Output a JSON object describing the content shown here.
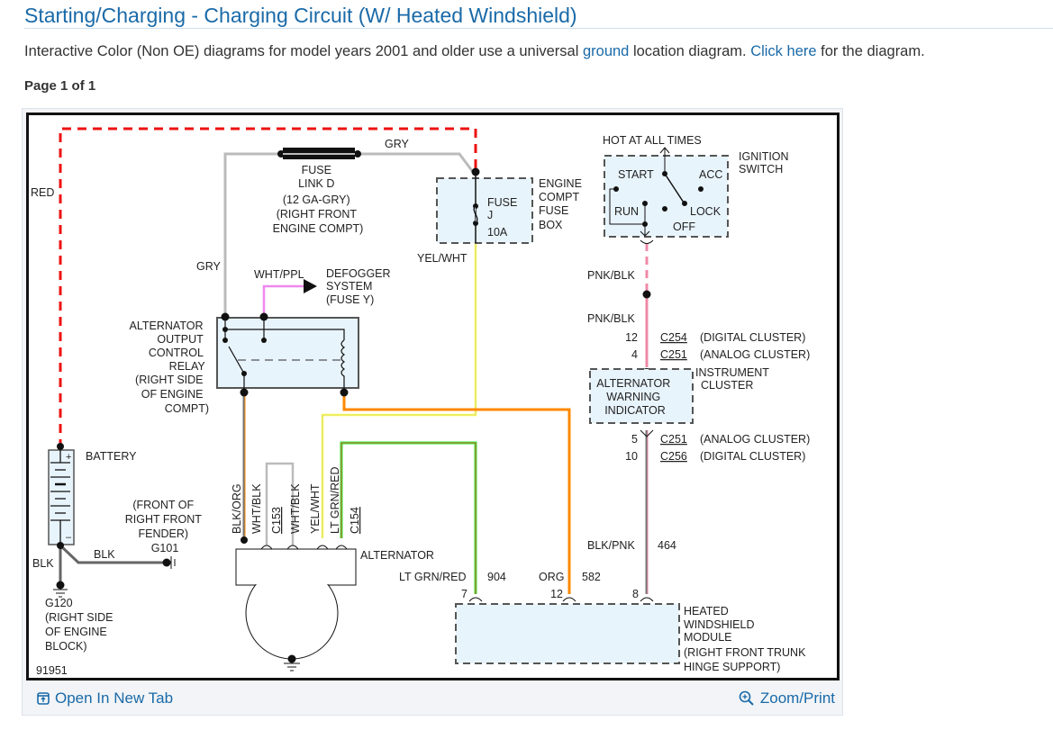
{
  "page": {
    "title": "Starting/Charging - Charging Circuit (W/ Heated Windshield)",
    "intro_before": "Interactive Color (Non OE) diagrams for model years 2001 and older use a universal ",
    "intro_link_ground": "ground",
    "intro_middle": " location diagram. ",
    "intro_link_click": "Click here",
    "intro_after": " for the diagram.",
    "page_count": "Page 1 of 1"
  },
  "footer": {
    "open_tab_label": "Open In New Tab",
    "open_tab_icon": "open-new-tab-icon",
    "zoom_print_label": "Zoom/Print",
    "zoom_print_icon": "zoom-in-icon"
  },
  "colors": {
    "link": "#1a6aa8",
    "wire_red": "#ee1111",
    "wire_gray": "#bbbbbb",
    "wire_yellow": "#ffff44",
    "wire_pink": "#f08aa8",
    "wire_violet": "#ee88ee",
    "wire_orange": "#ff8800",
    "wire_green": "#33ee33",
    "component_fill": "#e8f4fc"
  },
  "diagram": {
    "id": "91951",
    "wires": {
      "red": "RED",
      "gry_top": "GRY",
      "gry_left": "GRY",
      "yel_wht": "YEL/WHT",
      "wht_ppl": "WHT/PPL",
      "pnk_blk_1": "PNK/BLK",
      "pnk_blk_2": "PNK/BLK",
      "blk_1": "BLK",
      "blk_2": "BLK",
      "blk_org": "BLK/ORG",
      "wht_blk_1": "WHT/BLK",
      "wht_blk_2": "WHT/BLK",
      "yel_wht_2": "YEL/WHT",
      "lt_grn_red": "LT GRN/RED",
      "lt_grn_red_2": "LT GRN/RED",
      "org": "ORG",
      "blk_pnk": "BLK/PNK"
    },
    "circuits": {
      "c904": "904",
      "c582": "582",
      "c464": "464"
    },
    "pins": {
      "p12a": "12",
      "p4": "4",
      "p5": "5",
      "p10": "10",
      "p7": "7",
      "p12b": "12",
      "p8": "8"
    },
    "connectors": {
      "c153": "C153",
      "c154": "C154",
      "c254": "C254",
      "c251a": "C251",
      "c251b": "C251",
      "c256": "C256",
      "c254_desc": "(DIGITAL CLUSTER)",
      "c251a_desc": "(ANALOG CLUSTER)",
      "c251b_desc": "(ANALOG CLUSTER)",
      "c256_desc": "(DIGITAL CLUSTER)"
    },
    "components": {
      "fuse_link": [
        "FUSE",
        "LINK D",
        "(12 GA-GRY)",
        "(RIGHT FRONT",
        "ENGINE COMPT)"
      ],
      "fuse_j": [
        "FUSE",
        "J",
        "10A"
      ],
      "fuse_box": [
        "ENGINE",
        "COMPT",
        "FUSE",
        "BOX"
      ],
      "hot": "HOT AT ALL TIMES",
      "ignition": [
        "IGNITION",
        "SWITCH"
      ],
      "ign_positions": {
        "start": "START",
        "acc": "ACC",
        "run": "RUN",
        "lock": "LOCK",
        "off": "OFF"
      },
      "defogger": [
        "DEFOGGER",
        "SYSTEM",
        "(FUSE Y)"
      ],
      "relay": [
        "ALTERNATOR",
        "OUTPUT",
        "CONTROL",
        "RELAY",
        "(RIGHT SIDE",
        "OF ENGINE",
        "COMPT)"
      ],
      "instrument_cluster": [
        "INSTRUMENT",
        "CLUSTER"
      ],
      "warning_indicator": [
        "ALTERNATOR",
        "WARNING",
        "INDICATOR"
      ],
      "battery": "BATTERY",
      "g101": [
        "(FRONT OF",
        "RIGHT FRONT",
        "FENDER)",
        "G101"
      ],
      "g120": [
        "G120",
        "(RIGHT SIDE",
        "OF ENGINE",
        "BLOCK)"
      ],
      "alternator": "ALTERNATOR",
      "module": [
        "HEATED",
        "WINDSHIELD",
        "MODULE",
        "(RIGHT FRONT TRUNK",
        "HINGE SUPPORT)"
      ]
    }
  }
}
